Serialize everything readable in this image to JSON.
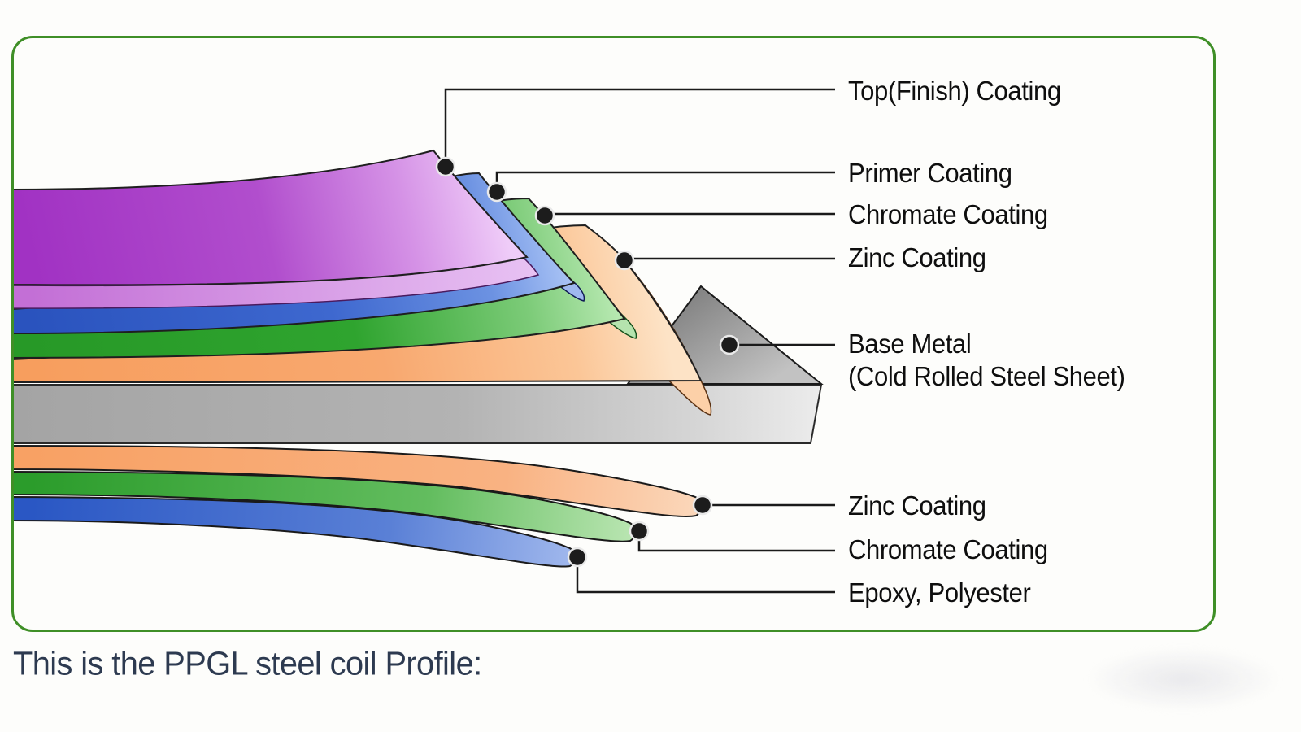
{
  "frame": {
    "border_color": "#3f8f27"
  },
  "caption": "This is the PPGL steel coil Profile:",
  "callouts": {
    "top_finish": "Top(Finish) Coating",
    "primer": "Primer Coating",
    "chromate_top": "Chromate Coating",
    "zinc_top": "Zinc Coating",
    "base_metal_line1": "Base Metal",
    "base_metal_line2": "(Cold Rolled Steel Sheet)",
    "zinc_bottom": "Zinc Coating",
    "chromate_bottom": "Chromate Coating",
    "epoxy": "Epoxy, Polyester"
  },
  "layers": [
    {
      "name": "top-finish-coating",
      "color": "#a132c3"
    },
    {
      "name": "primer-coating",
      "color": "#2a53be"
    },
    {
      "name": "chromate-coating-top",
      "color": "#2c9c2c"
    },
    {
      "name": "zinc-coating-top",
      "color": "#f8a469"
    },
    {
      "name": "base-metal",
      "color": "#a9a9a9"
    },
    {
      "name": "zinc-coating-bottom",
      "color": "#f8a164"
    },
    {
      "name": "chromate-coating-bottom",
      "color": "#2b9c2b"
    },
    {
      "name": "epoxy-polyester",
      "color": "#2a57c4"
    }
  ]
}
